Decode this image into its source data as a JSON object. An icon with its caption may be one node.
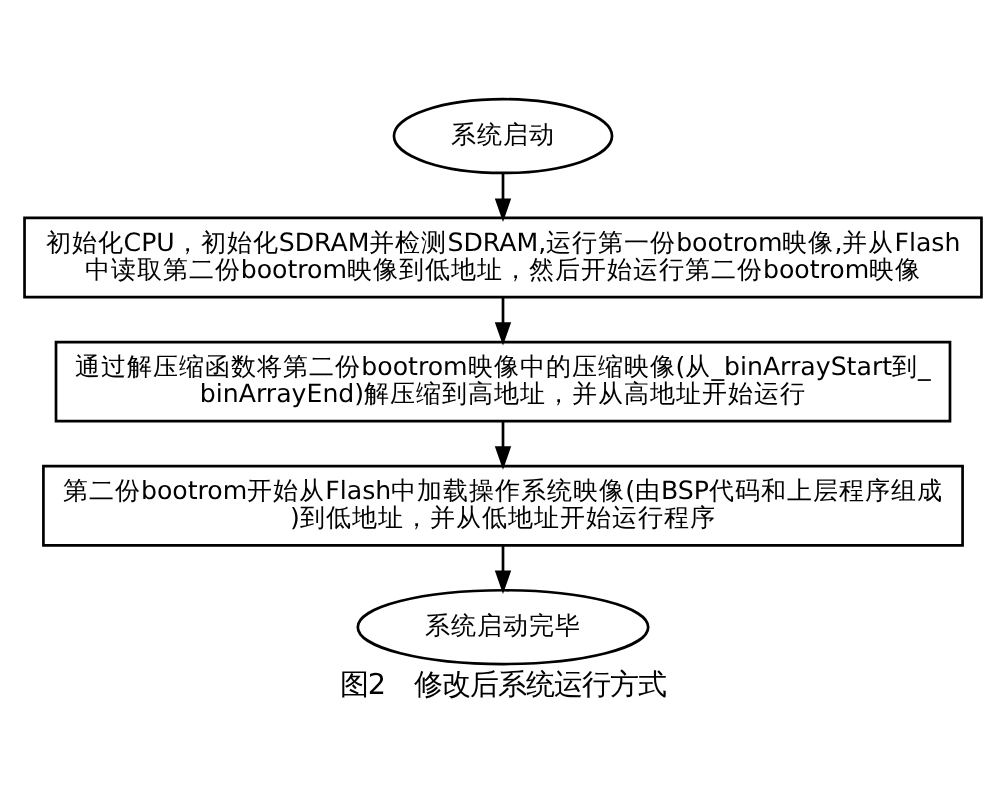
{
  "diagram": {
    "caption": "图2　修改后系统运行方式",
    "nodes": [
      {
        "text": [
          "系统启动"
        ]
      },
      {
        "text": [
          "初始化CPU，初始化SDRAM并检测SDRAM,运行第一份bootrom映像,并从Flash中读取第二份bootrom映像到低地址，然后开始运行第二份bootrom映像"
        ]
      },
      {
        "text": [
          "通过解压缩函数将第二份bootrom映像中的压缩映像(从_binArrayStart到_binArrayEnd)解压缩到高地址，并从高地址开始运行"
        ]
      },
      {
        "text": [
          "第二份bootrom开始从Flash中加载操作系统映像(由BSP代码和上层程序组成)到低地址，并从低地址开始运行程序"
        ]
      },
      {
        "text": [
          "系统启动完毕"
        ]
      }
    ],
    "edges": [
      {
        "from": 0,
        "to": 1,
        "arrow": "to"
      },
      {
        "from": 1,
        "to": 2,
        "arrow": "to"
      },
      {
        "from": 2,
        "to": 3,
        "arrow": "to"
      },
      {
        "from": 3,
        "to": 4,
        "arrow": "to"
      }
    ]
  }
}
